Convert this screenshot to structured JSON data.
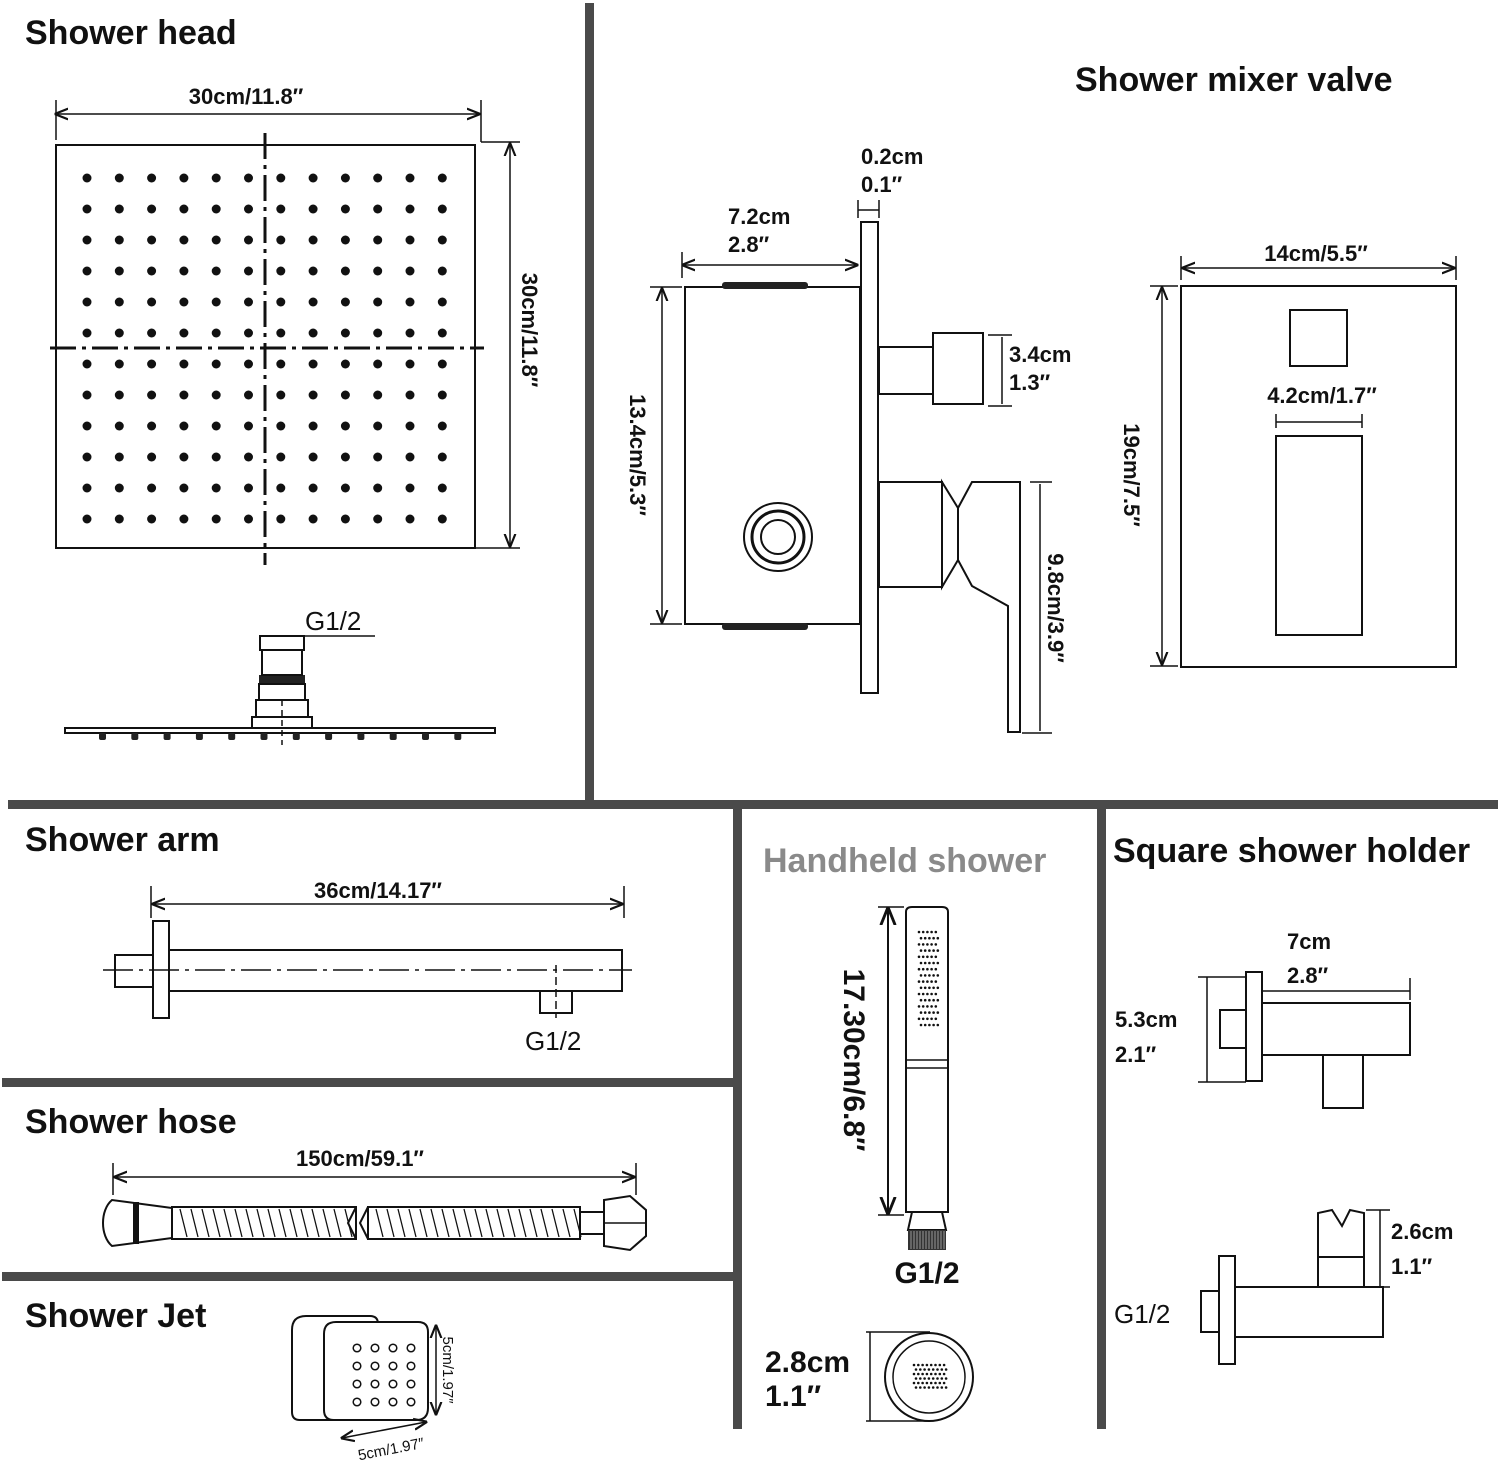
{
  "sections": {
    "shower_head": {
      "title": "Shower head",
      "width_dim": "30cm/11.8″",
      "height_dim": "30cm/11.8″",
      "thread": "G1/2"
    },
    "mixer_valve": {
      "title": "Shower mixer valve",
      "plate_thickness_cm": "0.2cm",
      "plate_thickness_in": "0.1″",
      "body_depth_cm": "7.2cm",
      "body_depth_in": "2.8″",
      "body_height": "13.4cm/5.3″",
      "outlet_cm": "3.4cm",
      "outlet_in": "1.3″",
      "handle_height": "9.8cm/3.9″",
      "plate_width": "14cm/5.5″",
      "handle_width": "4.2cm/1.7″",
      "plate_height": "19cm/7.5″"
    },
    "shower_arm": {
      "title": "Shower arm",
      "length_dim": "36cm/14.17″",
      "thread": "G1/2"
    },
    "shower_hose": {
      "title": "Shower hose",
      "length_dim": "150cm/59.1″"
    },
    "shower_jet": {
      "title": "Shower Jet",
      "height_dim": "5cm/1.97″",
      "width_dim": "5cm/1.97″"
    },
    "handheld_shower": {
      "title": "Handheld shower",
      "length_dim": "17.30cm/6.8″",
      "thread": "G1/2",
      "face_cm": "2.8cm",
      "face_in": "1.1″"
    },
    "shower_holder": {
      "title": "Square shower holder",
      "length_cm": "7cm",
      "length_in": "2.8″",
      "height_cm": "5.3cm",
      "height_in": "2.1″",
      "cradle_cm": "2.6cm",
      "cradle_in": "1.1″",
      "thread": "G1/2"
    }
  }
}
